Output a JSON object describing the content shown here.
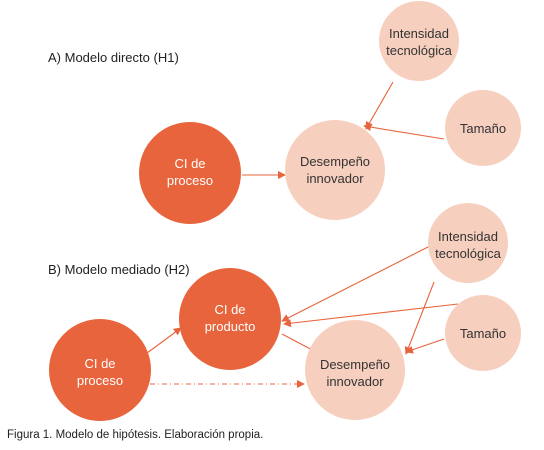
{
  "colors": {
    "dark_node": "#e8643c",
    "light_node": "#f7cfbf",
    "arrow": "#e8643c"
  },
  "section_a": {
    "title": "A) Modelo directo (H1)",
    "node_ci_proceso": [
      "CI de",
      "proceso"
    ],
    "node_desempeno": [
      "Desempeño",
      "innovador"
    ],
    "node_intensidad": [
      "Intensidad",
      "tecnológica"
    ],
    "node_tamano": "Tamaño"
  },
  "section_b": {
    "title": "B) Modelo mediado (H2)",
    "node_ci_producto": [
      "CI de",
      "producto"
    ],
    "node_ci_proceso": [
      "CI de",
      "proceso"
    ],
    "node_desempeno": [
      "Desempeño",
      "innovador"
    ],
    "node_intensidad": [
      "Intensidad",
      "tecnológica"
    ],
    "node_tamano": "Tamaño"
  },
  "caption": "Figura 1. Modelo de hipótesis. Elaboración propia."
}
